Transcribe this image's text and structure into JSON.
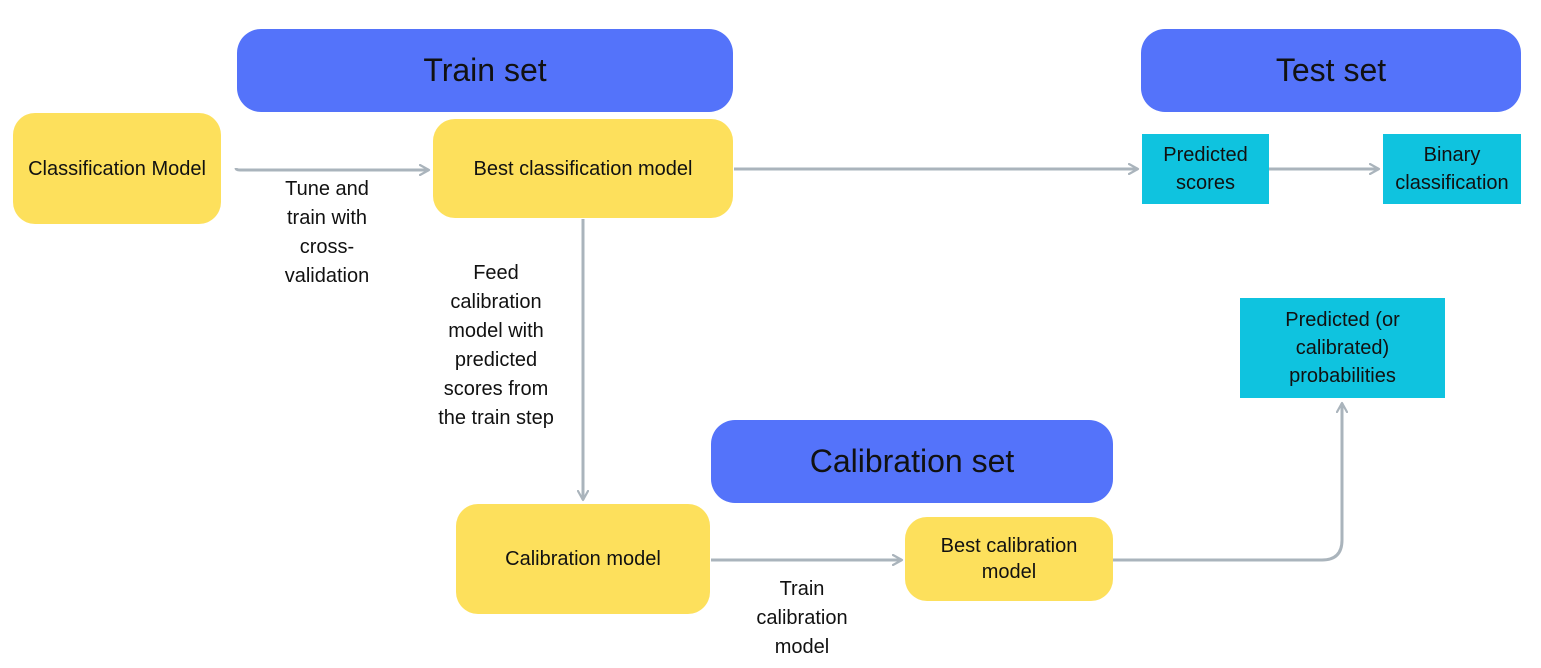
{
  "headers": {
    "train": "Train set",
    "test": "Test set",
    "calibration": "Calibration set"
  },
  "models": {
    "classification": "Classification Model",
    "best_classification": "Best classification model",
    "calibration": "Calibration model",
    "best_calibration": "Best calibration model"
  },
  "outputs": {
    "predicted_scores": "Predicted scores",
    "binary_classification": "Binary classification",
    "predicted_probabilities": "Predicted (or calibrated) probabilities"
  },
  "edge_labels": {
    "tune_train": "Tune and train with cross-validation",
    "feed_calibration": "Feed calibration model with predicted scores from the train step",
    "train_calibration": "Train calibration model"
  },
  "colors": {
    "header": "#5473fa",
    "model": "#fde05c",
    "output": "#0fc3df",
    "connector": "#aab4bc"
  }
}
